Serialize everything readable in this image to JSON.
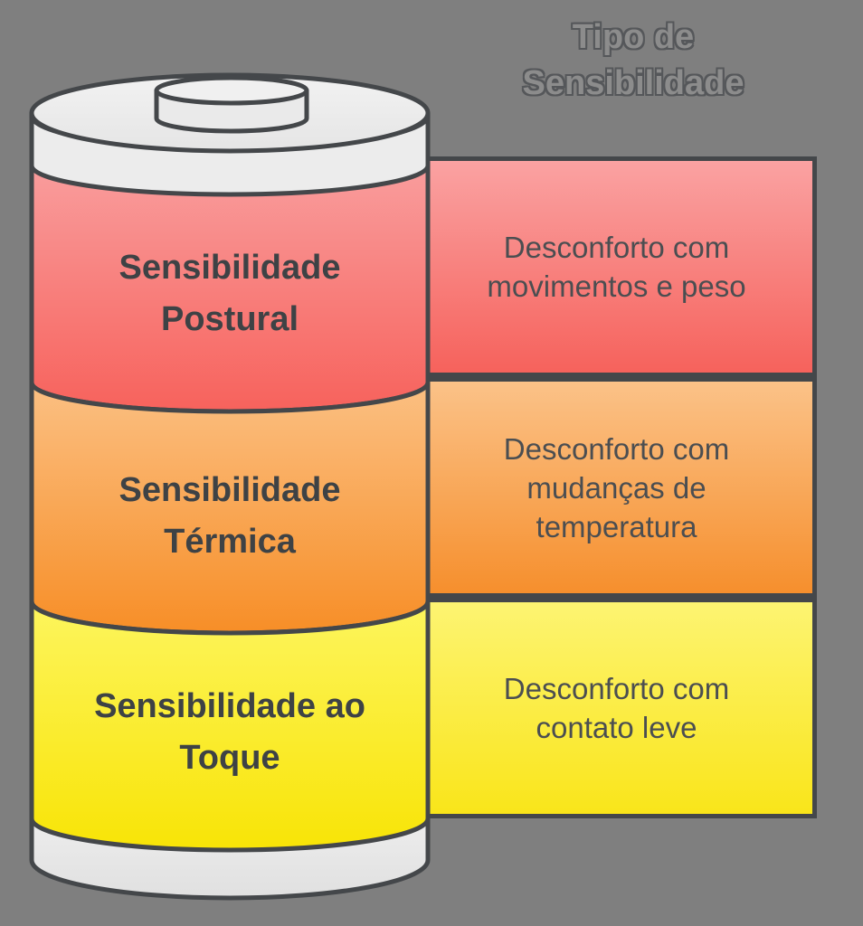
{
  "background_color": "#7f7f7f",
  "outline_color": "#44474a",
  "title": {
    "text": "Tipo de Sensibilidade",
    "fill_color": "#8c8c8c",
    "outline_color": "#55575a"
  },
  "battery": {
    "shell_color": "#ececec",
    "segments": [
      {
        "label": "Sensibilidade Postural",
        "color_top": "#f99d9d",
        "color_bottom": "#f7625c"
      },
      {
        "label": "Sensibilidade Térmica",
        "color_top": "#fbc083",
        "color_bottom": "#f78e27"
      },
      {
        "label": "Sensibilidade ao Toque",
        "color_top": "#fdf55e",
        "color_bottom": "#f8e406"
      }
    ]
  },
  "descriptions": [
    {
      "text": "Desconforto com movimentos e peso",
      "color_top": "#faa2a2",
      "color_bottom": "#f6625c"
    },
    {
      "text": "Desconforto com mudanças de temperatura",
      "color_top": "#fbc288",
      "color_bottom": "#f68f2d"
    },
    {
      "text": "Desconforto com contato leve",
      "color_top": "#fdf472",
      "color_bottom": "#f9e51a"
    }
  ],
  "text_colors": {
    "segment_label": "#3e4245",
    "description": "#4b4e51"
  }
}
